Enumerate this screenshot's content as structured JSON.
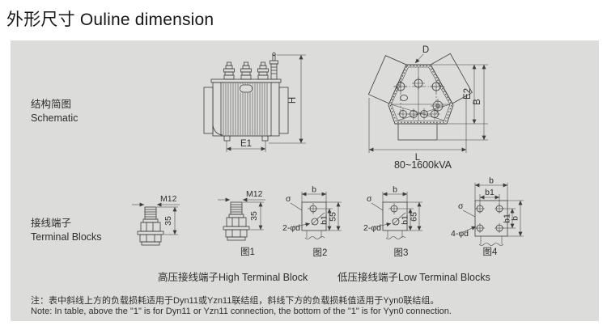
{
  "title": "外形尺寸 Ouline dimension",
  "rows": {
    "schematic": {
      "zh": "结构简图",
      "en": "Schematic"
    },
    "terminal": {
      "zh": "接线端子",
      "en": "Terminal Blocks"
    }
  },
  "side_view": {
    "dim_h": "H",
    "dim_e1": "E1"
  },
  "top_view": {
    "dim_d": "D",
    "dim_e2": "E2",
    "dim_b": "B",
    "dim_l": "L",
    "caption": "80~1600kVA"
  },
  "terminals": {
    "bolt_a": {
      "thread": "M12",
      "height": "35"
    },
    "bolt_b": {
      "thread": "M12",
      "height": "35",
      "caption": "图1"
    },
    "plate_a": {
      "b": "b",
      "b1": "b1",
      "h": "55",
      "sigma": "σ",
      "holes": "2-φd",
      "caption": "图2"
    },
    "plate_b": {
      "b": "b",
      "b1": "b1",
      "h": "65",
      "sigma": "σ",
      "holes": "2-φd",
      "caption": "图3"
    },
    "plate_c": {
      "b_top": "b",
      "b1_top": "b1",
      "b1_right": "b1",
      "b_right": "b",
      "sigma": "σ",
      "holes": "4-φd",
      "caption": "图4"
    },
    "caption_high": "高压接线端子High Terminal Block",
    "caption_low": "低压接线端子Low Terminal Blocks"
  },
  "note": {
    "zh": "注：表中斜线上方的负载损耗适用于Dyn11或Yzn11联结组，斜线下方的负载损耗值适用于Yyn0联结组。",
    "en": "Note: In table, above the \"1\" is for Dyn11 or Yzn11 connection, the bottom of the \"1\" is for Yyn0 connection."
  }
}
